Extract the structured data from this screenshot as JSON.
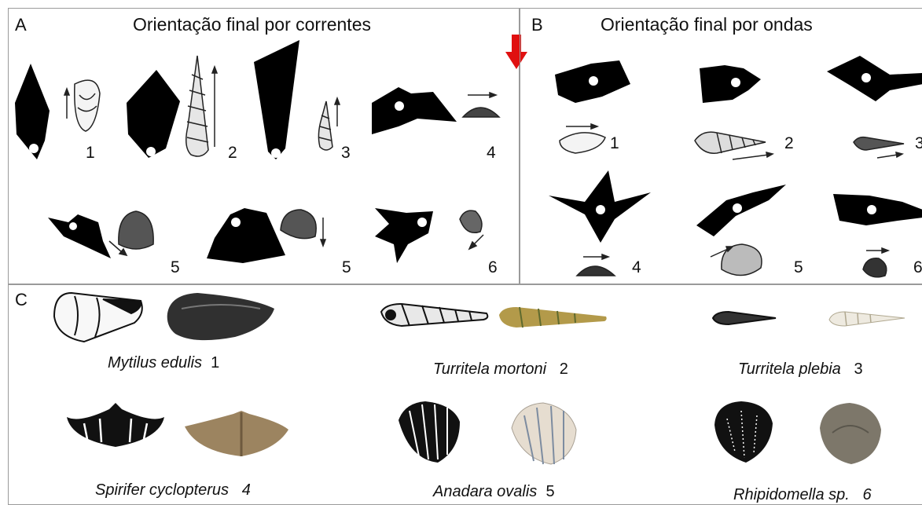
{
  "panel_a": {
    "letter": "A",
    "title": "Orientação final por correntes",
    "numbers": [
      "1",
      "2",
      "3",
      "4",
      "5",
      "5",
      "6"
    ]
  },
  "panel_b": {
    "letter": "B",
    "title": "Orientação final por ondas",
    "numbers": [
      "1",
      "2",
      "3",
      "4",
      "5",
      "6"
    ]
  },
  "panel_c": {
    "letter": "C",
    "species": [
      {
        "name": "Mytilus edulis",
        "num": "1"
      },
      {
        "name": "Turritela mortoni",
        "num": "2"
      },
      {
        "name": "Turritela plebia",
        "num": "3"
      },
      {
        "name": "Spirifer cyclopterus",
        "num": "4"
      },
      {
        "name": "Anadara ovalis",
        "num": "5"
      },
      {
        "name": "Rhipidomella sp.",
        "num": "6"
      }
    ]
  },
  "colors": {
    "silhouette": "#000000",
    "arrow": "#e01010",
    "border": "#9a9a9a"
  },
  "icons": [
    "down-arrow-icon",
    "shell-drawing",
    "shell-photo"
  ]
}
